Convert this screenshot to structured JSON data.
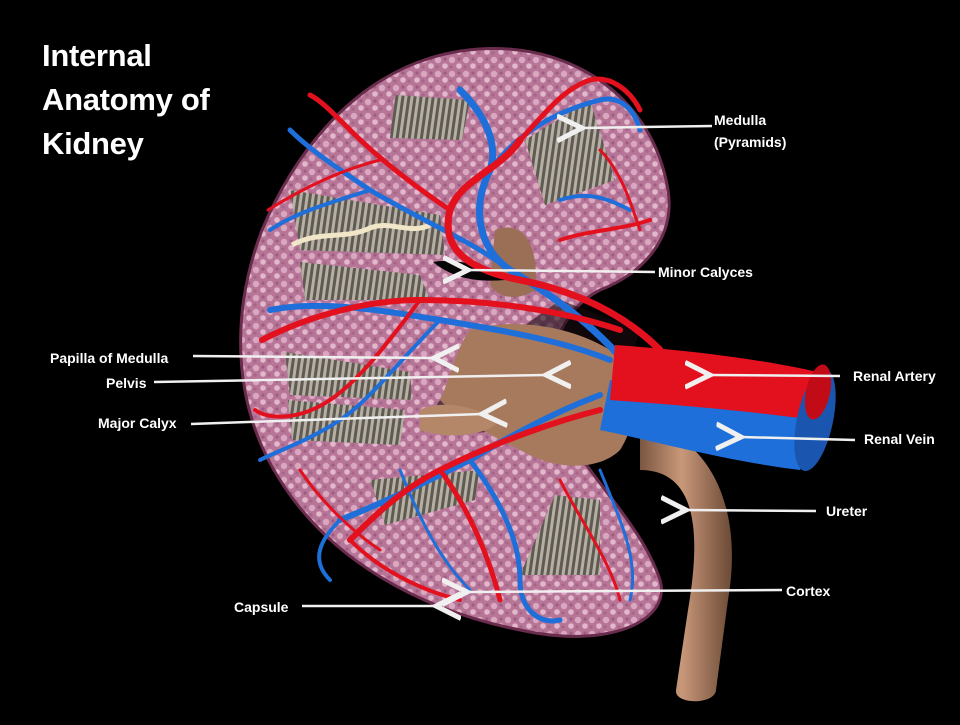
{
  "title": {
    "line1": "Internal",
    "line2": "Anatomy of",
    "line3": "Kidney"
  },
  "labels": {
    "medulla": "Medulla",
    "pyramids": "(Pyramids)",
    "minor_calyces": "Minor Calyces",
    "papilla": "Papilla of Medulla",
    "pelvis": "Pelvis",
    "major_calyx": "Major Calyx",
    "renal_artery": "Renal Artery",
    "renal_vein": "Renal  Vein",
    "ureter": "Ureter",
    "cortex": "Cortex",
    "capsule": "Capsule"
  },
  "colors": {
    "background": "#000000",
    "artery": "#e3101e",
    "vein": "#1e6fd9",
    "cortex": "#c98aa8",
    "ureter": "#b07f5f",
    "pyramid": "#8a8378",
    "pointer": "#f0f0f0"
  }
}
